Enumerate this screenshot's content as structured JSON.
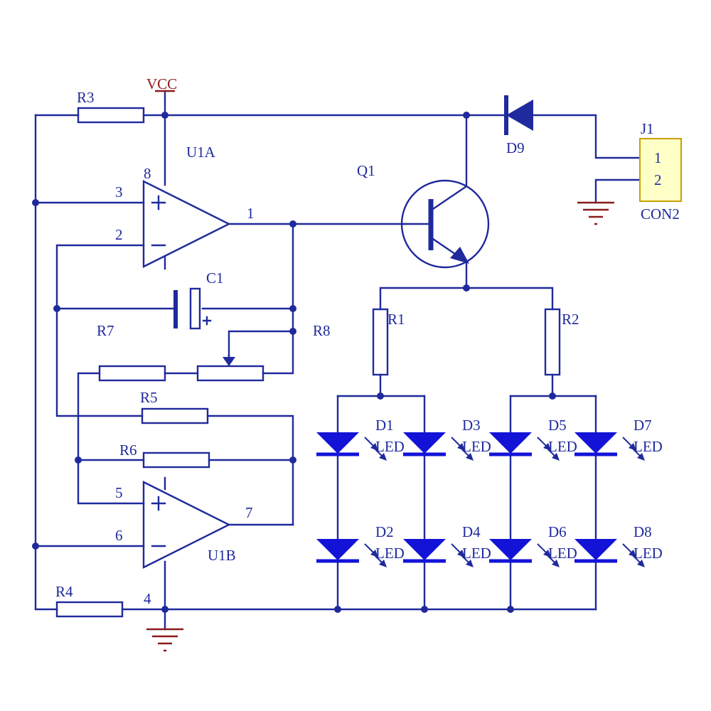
{
  "labels": {
    "vcc": "VCC",
    "r3": "R3",
    "u1a": "U1A",
    "q1": "Q1",
    "d9": "D9",
    "j1": "J1",
    "j1_pin1": "1",
    "j1_pin2": "2",
    "con2": "CON2",
    "pin8": "8",
    "pin3": "3",
    "pin2": "2",
    "pin1": "1",
    "c1": "C1",
    "r7": "R7",
    "r8": "R8",
    "r1": "R1",
    "r2": "R2",
    "r5": "R5",
    "r6": "R6",
    "pin5": "5",
    "pin6": "6",
    "pin7": "7",
    "u1b": "U1B",
    "r4": "R4",
    "pin4": "4",
    "d1": "D1",
    "d2": "D2",
    "d3": "D3",
    "d4": "D4",
    "d5": "D5",
    "d6": "D6",
    "d7": "D7",
    "d8": "D8",
    "led": "LED"
  },
  "colors": {
    "wire": "#1f2a9c",
    "led_fill": "#1313d8",
    "vcc_text": "#8b1a1a",
    "connector_fill": "#ffffc8",
    "connector_border": "#c8a000",
    "ground": "#8b1a1a"
  }
}
